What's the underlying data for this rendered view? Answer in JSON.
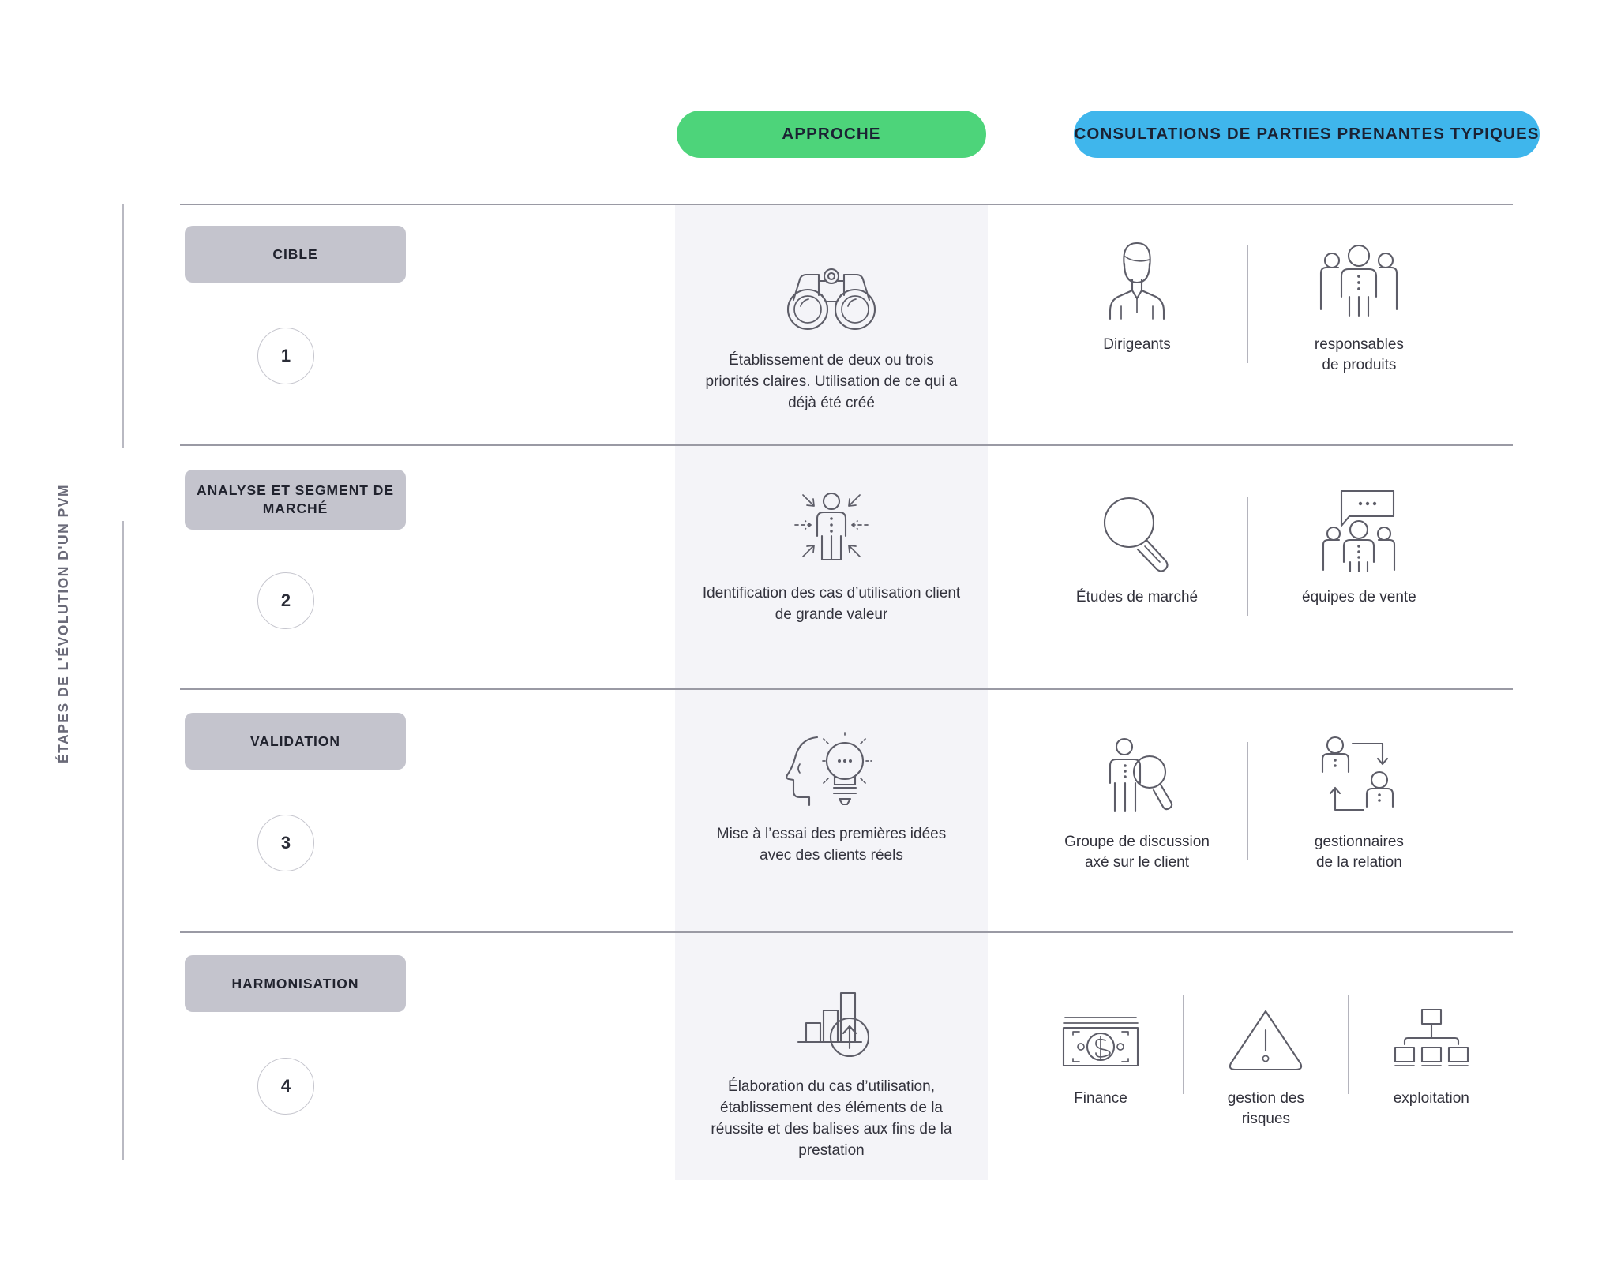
{
  "axis": {
    "label": "ÉTAPES DE L'ÉVOLUTION D'UN PVM"
  },
  "columns": [
    {
      "id": "approche",
      "label": "APPROCHE",
      "color": "#4dd47a"
    },
    {
      "id": "stakeholders",
      "label": "CONSULTATIONS DE PARTIES PRENANTES TYPIQUES",
      "color": "#3fb6ec"
    }
  ],
  "stages": [
    {
      "number": "1",
      "name": "CIBLE",
      "approach": {
        "icon": "binoculars-icon",
        "text": "Établissement de deux ou trois priorités claires. Utilisation de ce qui a déjà été créé"
      },
      "stakeholders": [
        {
          "icon": "executive-person-icon",
          "label": "Dirigeants"
        },
        {
          "icon": "people-group-icon",
          "label": "responsables\nde produits"
        }
      ]
    },
    {
      "number": "2",
      "name": "ANALYSE ET SEGMENT DE MARCHÉ",
      "approach": {
        "icon": "person-arrows-target-icon",
        "text": "Identification des cas d’utilisation client de grande valeur"
      },
      "stakeholders": [
        {
          "icon": "magnifier-icon",
          "label": "Études de marché"
        },
        {
          "icon": "people-speech-bubble-icon",
          "label": "équipes de vente"
        }
      ]
    },
    {
      "number": "3",
      "name": "VALIDATION",
      "approach": {
        "icon": "head-lightbulb-icon",
        "text": "Mise à l’essai des premières idées avec des clients réels"
      },
      "stakeholders": [
        {
          "icon": "person-magnifier-icon",
          "label": "Groupe de discussion\naxé sur le client"
        },
        {
          "icon": "two-people-arrows-icon",
          "label": "gestionnaires\nde la relation"
        }
      ]
    },
    {
      "number": "4",
      "name": "HARMONISATION",
      "approach": {
        "icon": "bar-chart-arrow-up-icon",
        "text": "Élaboration du cas d’utilisation, établissement des éléments de la réussite et des balises aux fins de la prestation"
      },
      "stakeholders": [
        {
          "icon": "banknote-dollar-icon",
          "label": "Finance"
        },
        {
          "icon": "warning-triangle-icon",
          "label": "gestion des\nrisques"
        },
        {
          "icon": "org-chart-icon",
          "label": "exploitation"
        }
      ]
    }
  ],
  "colors": {
    "stage_pill": "#c4c4cd",
    "band": "#f4f4f8",
    "divider": "#9a9aa4",
    "icon_stroke": "#5d5d68"
  }
}
